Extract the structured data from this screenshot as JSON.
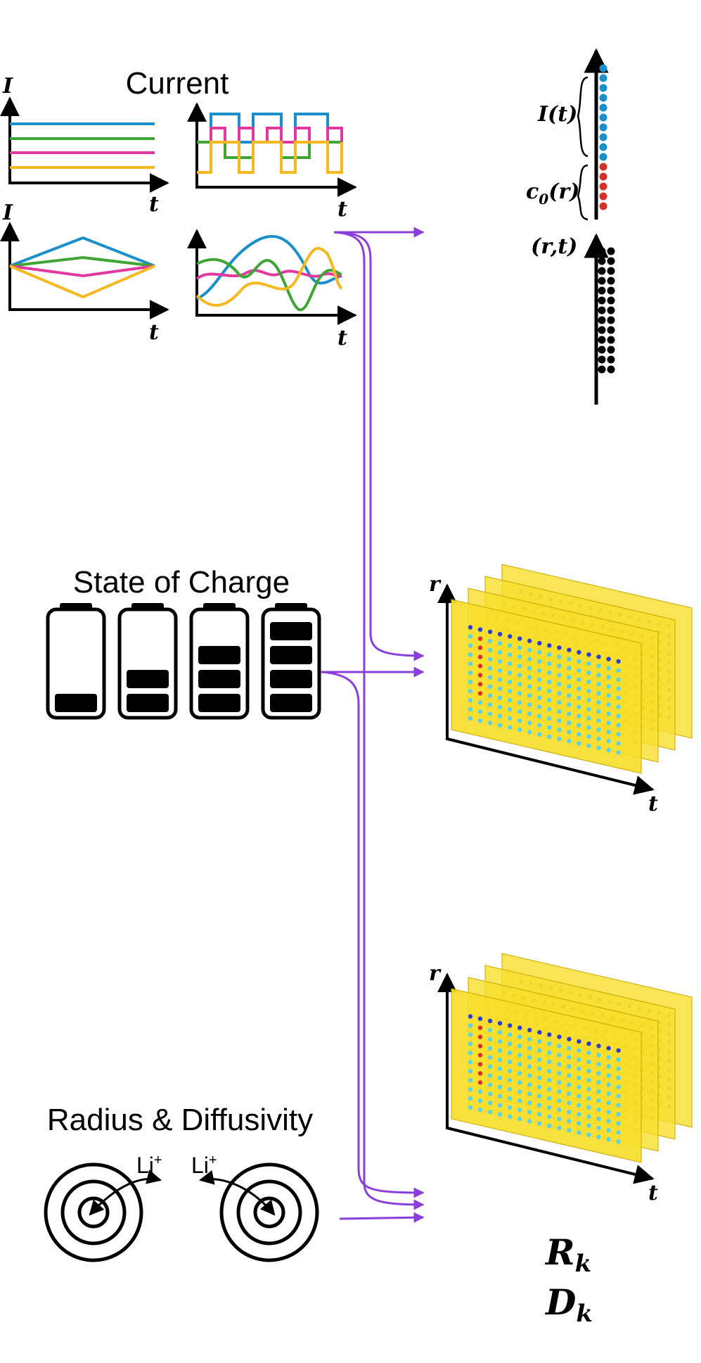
{
  "current": {
    "title": "Current",
    "axis_i": "I",
    "axis_t": "t",
    "colors": [
      "#1a8fc9",
      "#e0399f",
      "#3fa535",
      "#f5b820"
    ]
  },
  "soc": {
    "title": "State of Charge",
    "levels": [
      1,
      2,
      3,
      4
    ]
  },
  "radius": {
    "title": "Radius & Diffusivity",
    "ion_label": "Li",
    "ion_charge": "+"
  },
  "stack": {
    "axis_r": "r",
    "axis_t": "t",
    "plate_color": "#f7de2c",
    "dot_interior": "#5bd3e8",
    "dot_boundary": "#2b3fd8",
    "dot_initial": "#d4332b"
  },
  "vectors": {
    "label_current": "I(t)",
    "label_initial": "c",
    "label_initial_sub": "0",
    "label_initial_arg": "(r)",
    "label_coords": "(r,t)",
    "dot_current": "#1a8fc9",
    "dot_initial": "#d4332b",
    "dot_coords": "#000000"
  },
  "outputs": {
    "R": "R",
    "D": "D",
    "sub": "k"
  },
  "arrow_color": "#8a3fdc"
}
